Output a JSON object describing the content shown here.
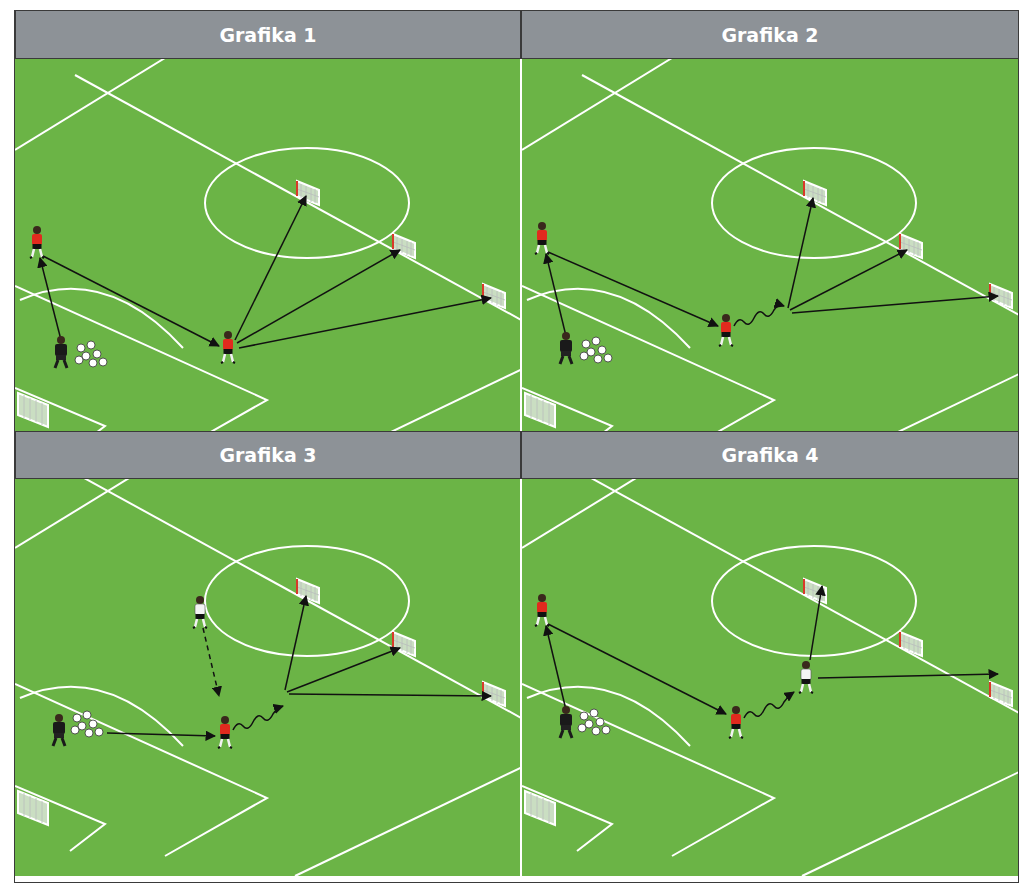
{
  "diagram": {
    "nodes": [
      {
        "text": [
          "Grafika 1"
        ]
      },
      {
        "text": [
          "Grafika 2"
        ]
      },
      {
        "text": [
          "Grafika 3"
        ]
      },
      {
        "text": [
          "Grafika 4"
        ]
      }
    ]
  }
}
